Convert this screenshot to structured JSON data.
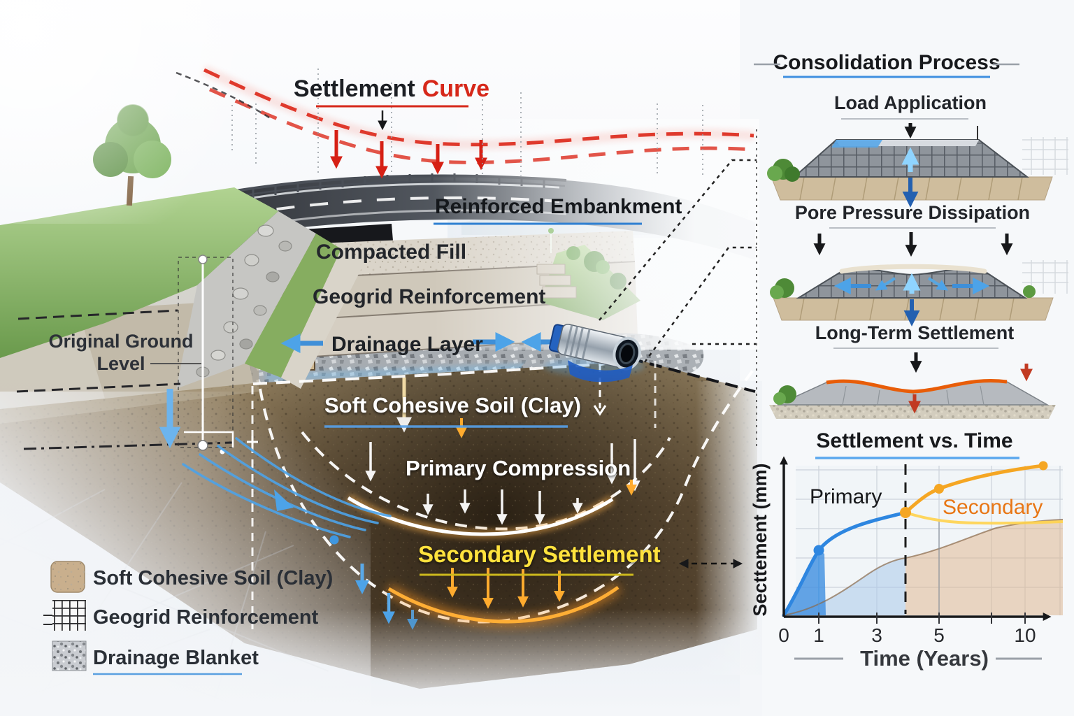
{
  "scene": {
    "settlement_curve_label": {
      "part1": "Settlement",
      "part2": "Curve"
    },
    "labels": {
      "reinforced_embankment": "Reinforced Embankment",
      "compacted_fill": "Compacted Fill",
      "geogrid_reinforcement": "Geogrid Reinforcement",
      "drainage_layer": "Drainage Layer",
      "original_ground_line1": "Original Ground",
      "original_ground_line2": "Level",
      "soft_cohesive_soil": "Soft Cohesive Soil (Clay)",
      "primary_compression": "Primary Compression",
      "secondary_settlement": "Secondary Settlement"
    }
  },
  "legend": {
    "items": [
      {
        "id": "clay",
        "label": "Soft Cohesive Soil (Clay)"
      },
      {
        "id": "geogrid",
        "label": "Geogrid Reinforcement"
      },
      {
        "id": "drainage",
        "label": "Drainage Blanket"
      }
    ]
  },
  "panel": {
    "title": "Consolidation Process",
    "steps": [
      {
        "label": "Load Application"
      },
      {
        "label": "Pore Pressure Dissipation"
      },
      {
        "label": "Long-Term Settlement"
      }
    ]
  },
  "chart": {
    "title": "Settlement vs. Time",
    "x_label": "Time (Years)",
    "y_label": "Secttement (mm)",
    "region_labels": {
      "primary": "Primary",
      "secondary": "Secondary"
    },
    "x_ticks": [
      "0",
      "1",
      "3",
      "5",
      "10"
    ]
  },
  "chart_data": {
    "type": "line",
    "title": "Settlement vs. Time",
    "xlabel": "Time (Years)",
    "ylabel": "Settlement (mm)",
    "x_ticks": [
      0,
      1,
      3,
      5,
      10
    ],
    "x_axis_scale": "nonlinear-compressed (log-like spacing)",
    "phase_boundary_x": 4,
    "grid": true,
    "legend_position": "none",
    "series": [
      {
        "name": "Primary consolidation",
        "color": "#2e86e0",
        "x": [
          0,
          0.5,
          1,
          2,
          3,
          4
        ],
        "y": [
          0,
          18,
          45,
          58,
          64,
          70
        ]
      },
      {
        "name": "Secondary consolidation",
        "color": "#f5a623",
        "x": [
          4,
          5,
          7,
          11
        ],
        "y": [
          70,
          86,
          93,
          101
        ]
      },
      {
        "name": "Secondary flattened branch",
        "color": "#ffd34d",
        "x": [
          4,
          5,
          8,
          11
        ],
        "y": [
          70,
          64,
          63,
          64
        ]
      },
      {
        "name": "Cumulative settlement (shaded)",
        "color": "#c98f5f",
        "x": [
          0,
          1,
          2,
          3,
          4,
          5,
          7,
          9,
          11
        ],
        "y": [
          0,
          10,
          22,
          32,
          39,
          44,
          54,
          62,
          65
        ]
      }
    ],
    "markers": [
      {
        "x": 1,
        "y": 45,
        "series": "Primary consolidation"
      },
      {
        "x": 4,
        "y": 70,
        "series": "phase junction"
      },
      {
        "x": 5,
        "y": 86,
        "series": "Secondary consolidation"
      },
      {
        "x": 11,
        "y": 101,
        "series": "Secondary consolidation"
      }
    ],
    "annotations": [
      "Primary",
      "Secondary"
    ]
  },
  "colors": {
    "accent_blue_underline": "#2e7fd1",
    "settlement_curve_red": "#d6281a",
    "primary_line_blue": "#2e86e0",
    "secondary_line_orange": "#f5a623",
    "secondary_flat_yellow": "#ffd34d",
    "secondary_text_orange": "#e87614",
    "secondary_settlement_yellow": "#ffe23e",
    "water_blue": "#4da3e8"
  }
}
